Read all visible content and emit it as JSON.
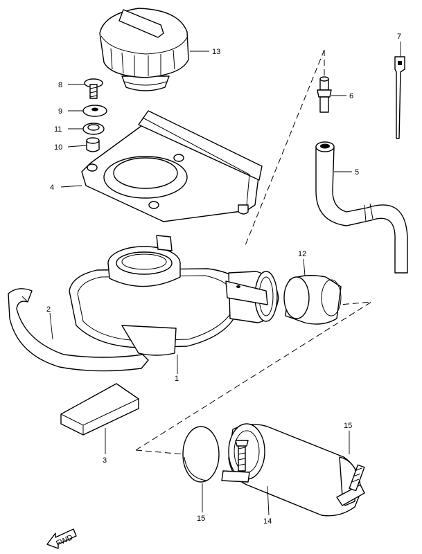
{
  "parts": [
    {
      "id": "p1",
      "callout": "1"
    },
    {
      "id": "p2",
      "callout": "2"
    },
    {
      "id": "p3",
      "callout": "3"
    },
    {
      "id": "p4",
      "callout": "4"
    },
    {
      "id": "p5",
      "callout": "5"
    },
    {
      "id": "p6",
      "callout": "6"
    },
    {
      "id": "p7",
      "callout": "7"
    },
    {
      "id": "p8",
      "callout": "8"
    },
    {
      "id": "p9",
      "callout": "9"
    },
    {
      "id": "p10",
      "callout": "10"
    },
    {
      "id": "p11",
      "callout": "11"
    },
    {
      "id": "p12",
      "callout": "12"
    },
    {
      "id": "p13",
      "callout": "13"
    },
    {
      "id": "p14",
      "callout": "14"
    },
    {
      "id": "p15a",
      "callout": "15"
    },
    {
      "id": "p15b",
      "callout": "15"
    }
  ],
  "fwd_label": "FWD"
}
